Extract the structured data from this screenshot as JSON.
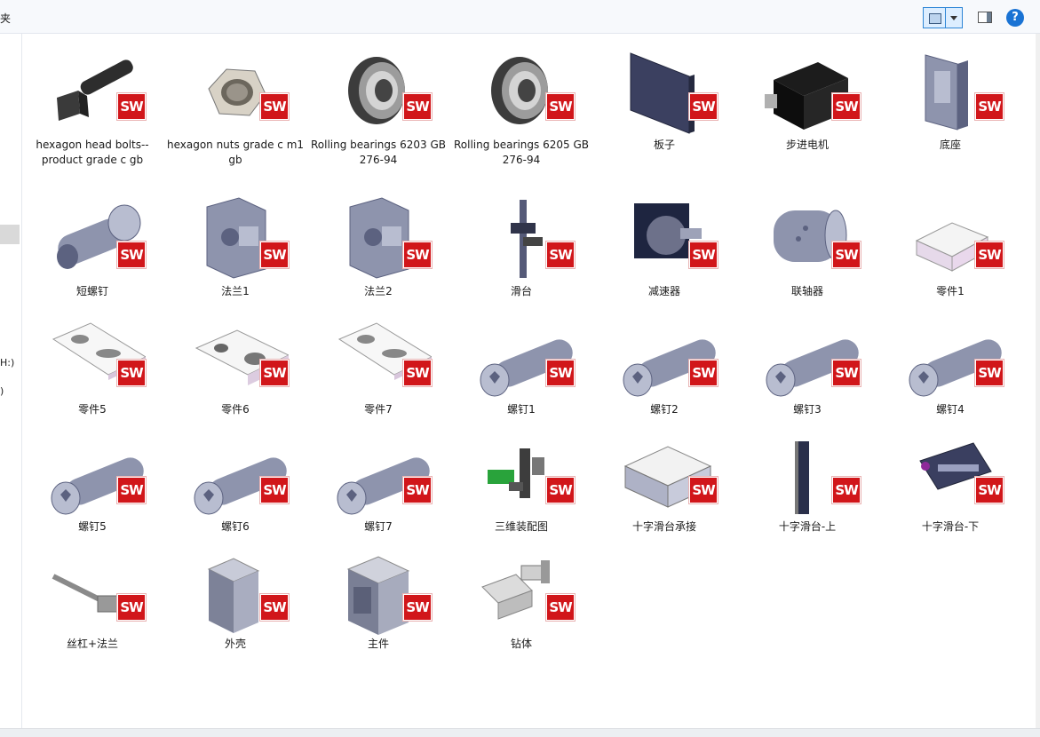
{
  "breadcrumb": {
    "text": "夹"
  },
  "toolbar": {
    "help_label": "?"
  },
  "left_pane": {
    "item_a": "H:)",
    "item_b": ")"
  },
  "sw_badge": "SW",
  "files": [
    {
      "name": "hexagon head bolts--product grade c gb",
      "icon": "bolt-icon"
    },
    {
      "name": "hexagon nuts grade c m1 gb",
      "icon": "nut-icon"
    },
    {
      "name": "Rolling bearings 6203 GB 276-94",
      "icon": "bearing-icon"
    },
    {
      "name": "Rolling bearings 6205 GB 276-94",
      "icon": "bearing-icon"
    },
    {
      "name": "板子",
      "icon": "plate-icon"
    },
    {
      "name": "步进电机",
      "icon": "stepper-motor-icon"
    },
    {
      "name": "底座",
      "icon": "base-icon"
    },
    {
      "name": "短螺钉",
      "icon": "short-screw-icon"
    },
    {
      "name": "法兰1",
      "icon": "flange-icon"
    },
    {
      "name": "法兰2",
      "icon": "flange-icon"
    },
    {
      "name": "滑台",
      "icon": "slide-table-icon"
    },
    {
      "name": "减速器",
      "icon": "reducer-icon"
    },
    {
      "name": "联轴器",
      "icon": "coupling-icon"
    },
    {
      "name": "零件1",
      "icon": "part-block-icon"
    },
    {
      "name": "零件5",
      "icon": "slotted-plate-icon"
    },
    {
      "name": "零件6",
      "icon": "slotted-block-icon"
    },
    {
      "name": "零件7",
      "icon": "slotted-plate-icon"
    },
    {
      "name": "螺钉1",
      "icon": "screw-icon"
    },
    {
      "name": "螺钉2",
      "icon": "screw-icon"
    },
    {
      "name": "螺钉3",
      "icon": "screw-icon"
    },
    {
      "name": "螺钉4",
      "icon": "screw-icon"
    },
    {
      "name": "螺钉5",
      "icon": "screw-icon"
    },
    {
      "name": "螺钉6",
      "icon": "screw-icon"
    },
    {
      "name": "螺钉7",
      "icon": "screw-icon"
    },
    {
      "name": "三维装配图",
      "icon": "assembly-icon"
    },
    {
      "name": "十字滑台承接",
      "icon": "cross-slide-base-icon"
    },
    {
      "name": "十字滑台-上",
      "icon": "cross-slide-upper-icon"
    },
    {
      "name": "十字滑台-下",
      "icon": "cross-slide-lower-icon"
    },
    {
      "name": "丝杠+法兰",
      "icon": "leadscrew-flange-icon"
    },
    {
      "name": "外壳",
      "icon": "housing-icon"
    },
    {
      "name": "主件",
      "icon": "main-part-icon"
    },
    {
      "name": "钻体",
      "icon": "drill-body-icon"
    }
  ]
}
